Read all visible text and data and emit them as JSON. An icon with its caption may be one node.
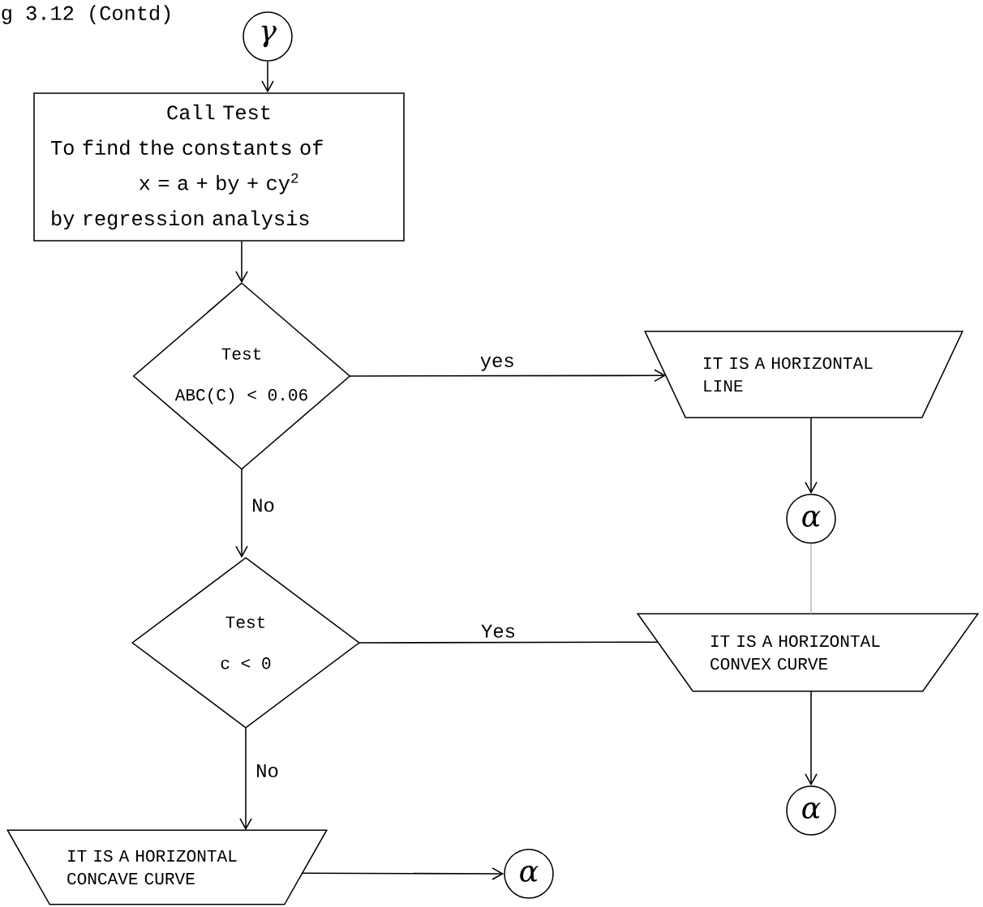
{
  "diagram": {
    "title": "g 3.12 (Contd)",
    "nodes": [
      {
        "text": [
          "γ"
        ]
      },
      {
        "text": [
          "Call Test",
          "To find the constants of",
          "x = a + by + cy$^{2}$",
          "by regression analysis"
        ]
      },
      {
        "text": [
          "Test",
          "ABC(C) < 0.06"
        ]
      },
      {
        "text": [
          "IT IS A HORIZONTAL LINE"
        ]
      },
      {
        "text": [
          "α"
        ]
      },
      {
        "text": [
          "Test",
          "c < 0"
        ]
      },
      {
        "text": [
          "IT IS A HORIZONTAL CONVEX CURVE"
        ]
      },
      {
        "text": [
          "α"
        ]
      },
      {
        "text": [
          "IT IS A HORIZONTAL CONCAVE CURVE"
        ]
      },
      {
        "text": [
          "α"
        ]
      }
    ],
    "edges": [
      {
        "from": 0,
        "to": 1,
        "arrow": "to"
      },
      {
        "from": 1,
        "to": 2,
        "arrow": "to"
      },
      {
        "from": 2,
        "to": 3,
        "arrow": "to",
        "label": "yes"
      },
      {
        "from": 3,
        "to": 4,
        "arrow": "to"
      },
      {
        "from": 4,
        "to": 6,
        "arrow": "none",
        "color": "#bbbbbb"
      },
      {
        "from": 2,
        "to": 5,
        "arrow": "to",
        "label": "No"
      },
      {
        "from": 5,
        "to": 6,
        "arrow": "none",
        "label": "Yes"
      },
      {
        "from": 6,
        "to": 7,
        "arrow": "to"
      },
      {
        "from": 5,
        "to": 8,
        "arrow": "to",
        "label": "No"
      },
      {
        "from": 8,
        "to": 9,
        "arrow": "to"
      }
    ]
  }
}
